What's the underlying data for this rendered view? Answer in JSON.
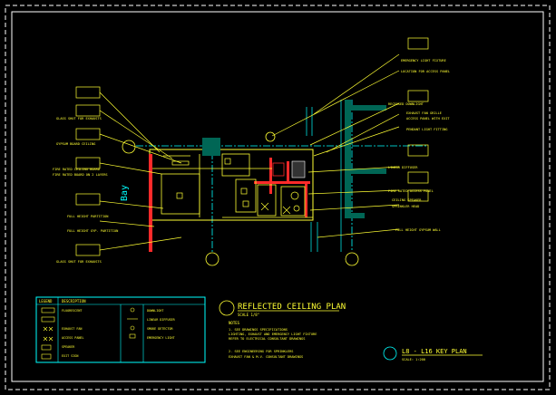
{
  "drawing": {
    "background": "#000000",
    "colors": {
      "yellow": "#ffff33",
      "cyan": "#00ffff",
      "green": "#006655",
      "red": "#ff2a2a",
      "white": "#ffffff",
      "magenta": "#ff33ff"
    },
    "bay_label": "Bay",
    "title_main": "REFLECTED CEILING PLAN",
    "title_scale": "SCALE 1/8\"",
    "key_plan_title": "L8 - L16 KEY PLAN",
    "key_plan_scale": "SCALE: 1:200",
    "notes_header": "NOTES",
    "notes": [
      "1. SEE DRAWINGS SPECIFICATIONS",
      "LIGHTING, EXHAUST AND EMERGENCY LIGHT FIXTURE",
      "REFER TO ELECTRICAL CONSULTANT DRAWINGS",
      "2. SEE ENGINEERING FOR SPRINKLERS",
      "EXHAUST FAN & M.V. CONSULTANT DRAWINGS"
    ],
    "legend_title": "LEGEND",
    "legend_header": "DESCRIPTION",
    "legend_rows": [
      {
        "left": "FLUORESCENT",
        "right": "DOWNLIGHT"
      },
      {
        "left": "",
        "right": "LINEAR DIFFUSER"
      },
      {
        "left": "EXHAUST FAN",
        "right": "SMOKE DETECTOR"
      },
      {
        "left": "ACCESS PANEL",
        "right": "EMERGENCY LIGHT"
      },
      {
        "left": "SPEAKER",
        "right": ""
      },
      {
        "left": "EXIT SIGN",
        "right": ""
      }
    ],
    "left_callouts": [
      "GLASS SHUT FOR EXHAUSTS",
      "GYPSUM BOARD CEILING",
      "FIRE RATED CEILING BOARD",
      "FIRE RATED BOARD ON 2 LAYERS",
      "FULL HEIGHT PARTITION",
      "FULL HEIGHT GYP. PARTITION",
      "GLASS SHUT FOR EXHAUSTS"
    ],
    "right_callouts": [
      "EMERGENCY LIGHT FIXTURE",
      "LOCATION FOR ACCESS PANEL",
      "RECESSED DOWNLIGHT",
      "EXHAUST FAN GRILLE",
      "ACCESS PANEL WITH EXIT",
      "PENDANT LIGHT FITTING",
      "LINEAR DIFFUSER",
      "FIRE RATED ACCESS PANEL",
      "CEILING SPEAKER",
      "SPRINKLER HEAD",
      "FULL HEIGHT GYPSUM WALL"
    ]
  }
}
